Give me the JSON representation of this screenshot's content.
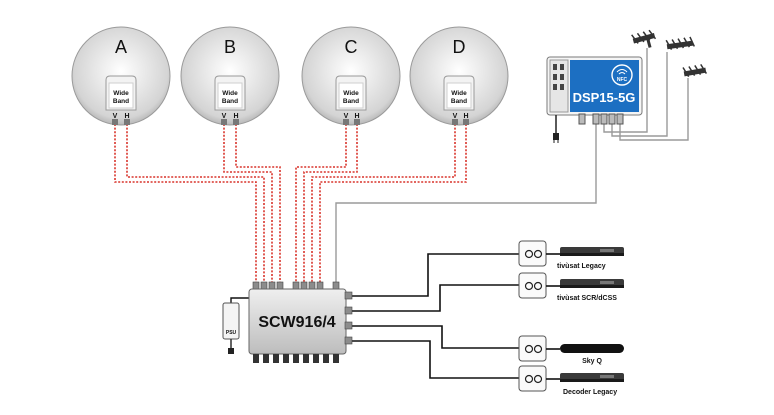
{
  "dishes": [
    {
      "letter": "A",
      "lnb_line1": "Wide",
      "lnb_line2": "Band",
      "v": "V",
      "h": "H"
    },
    {
      "letter": "B",
      "lnb_line1": "Wide",
      "lnb_line2": "Band",
      "v": "V",
      "h": "H"
    },
    {
      "letter": "C",
      "lnb_line1": "Wide",
      "lnb_line2": "Band",
      "v": "V",
      "h": "H"
    },
    {
      "letter": "D",
      "lnb_line1": "Wide",
      "lnb_line2": "Band",
      "v": "V",
      "h": "H"
    }
  ],
  "switch": {
    "label": "SCW916/4"
  },
  "psu": {
    "label": "PSU"
  },
  "dsp": {
    "label": "DSP15-5G",
    "nfc": "NFC"
  },
  "devices": [
    {
      "brand": "tivùsat",
      "suffix": " Legacy"
    },
    {
      "brand": "tivùsat",
      "suffix": " SCR/dCSS"
    },
    {
      "brand": "Sky Q",
      "suffix": ""
    },
    {
      "brand": "Decoder",
      "suffix": " Legacy"
    }
  ],
  "colors": {
    "coax_feed": "#d9342b",
    "dsp_blue": "#1c6fc2"
  }
}
